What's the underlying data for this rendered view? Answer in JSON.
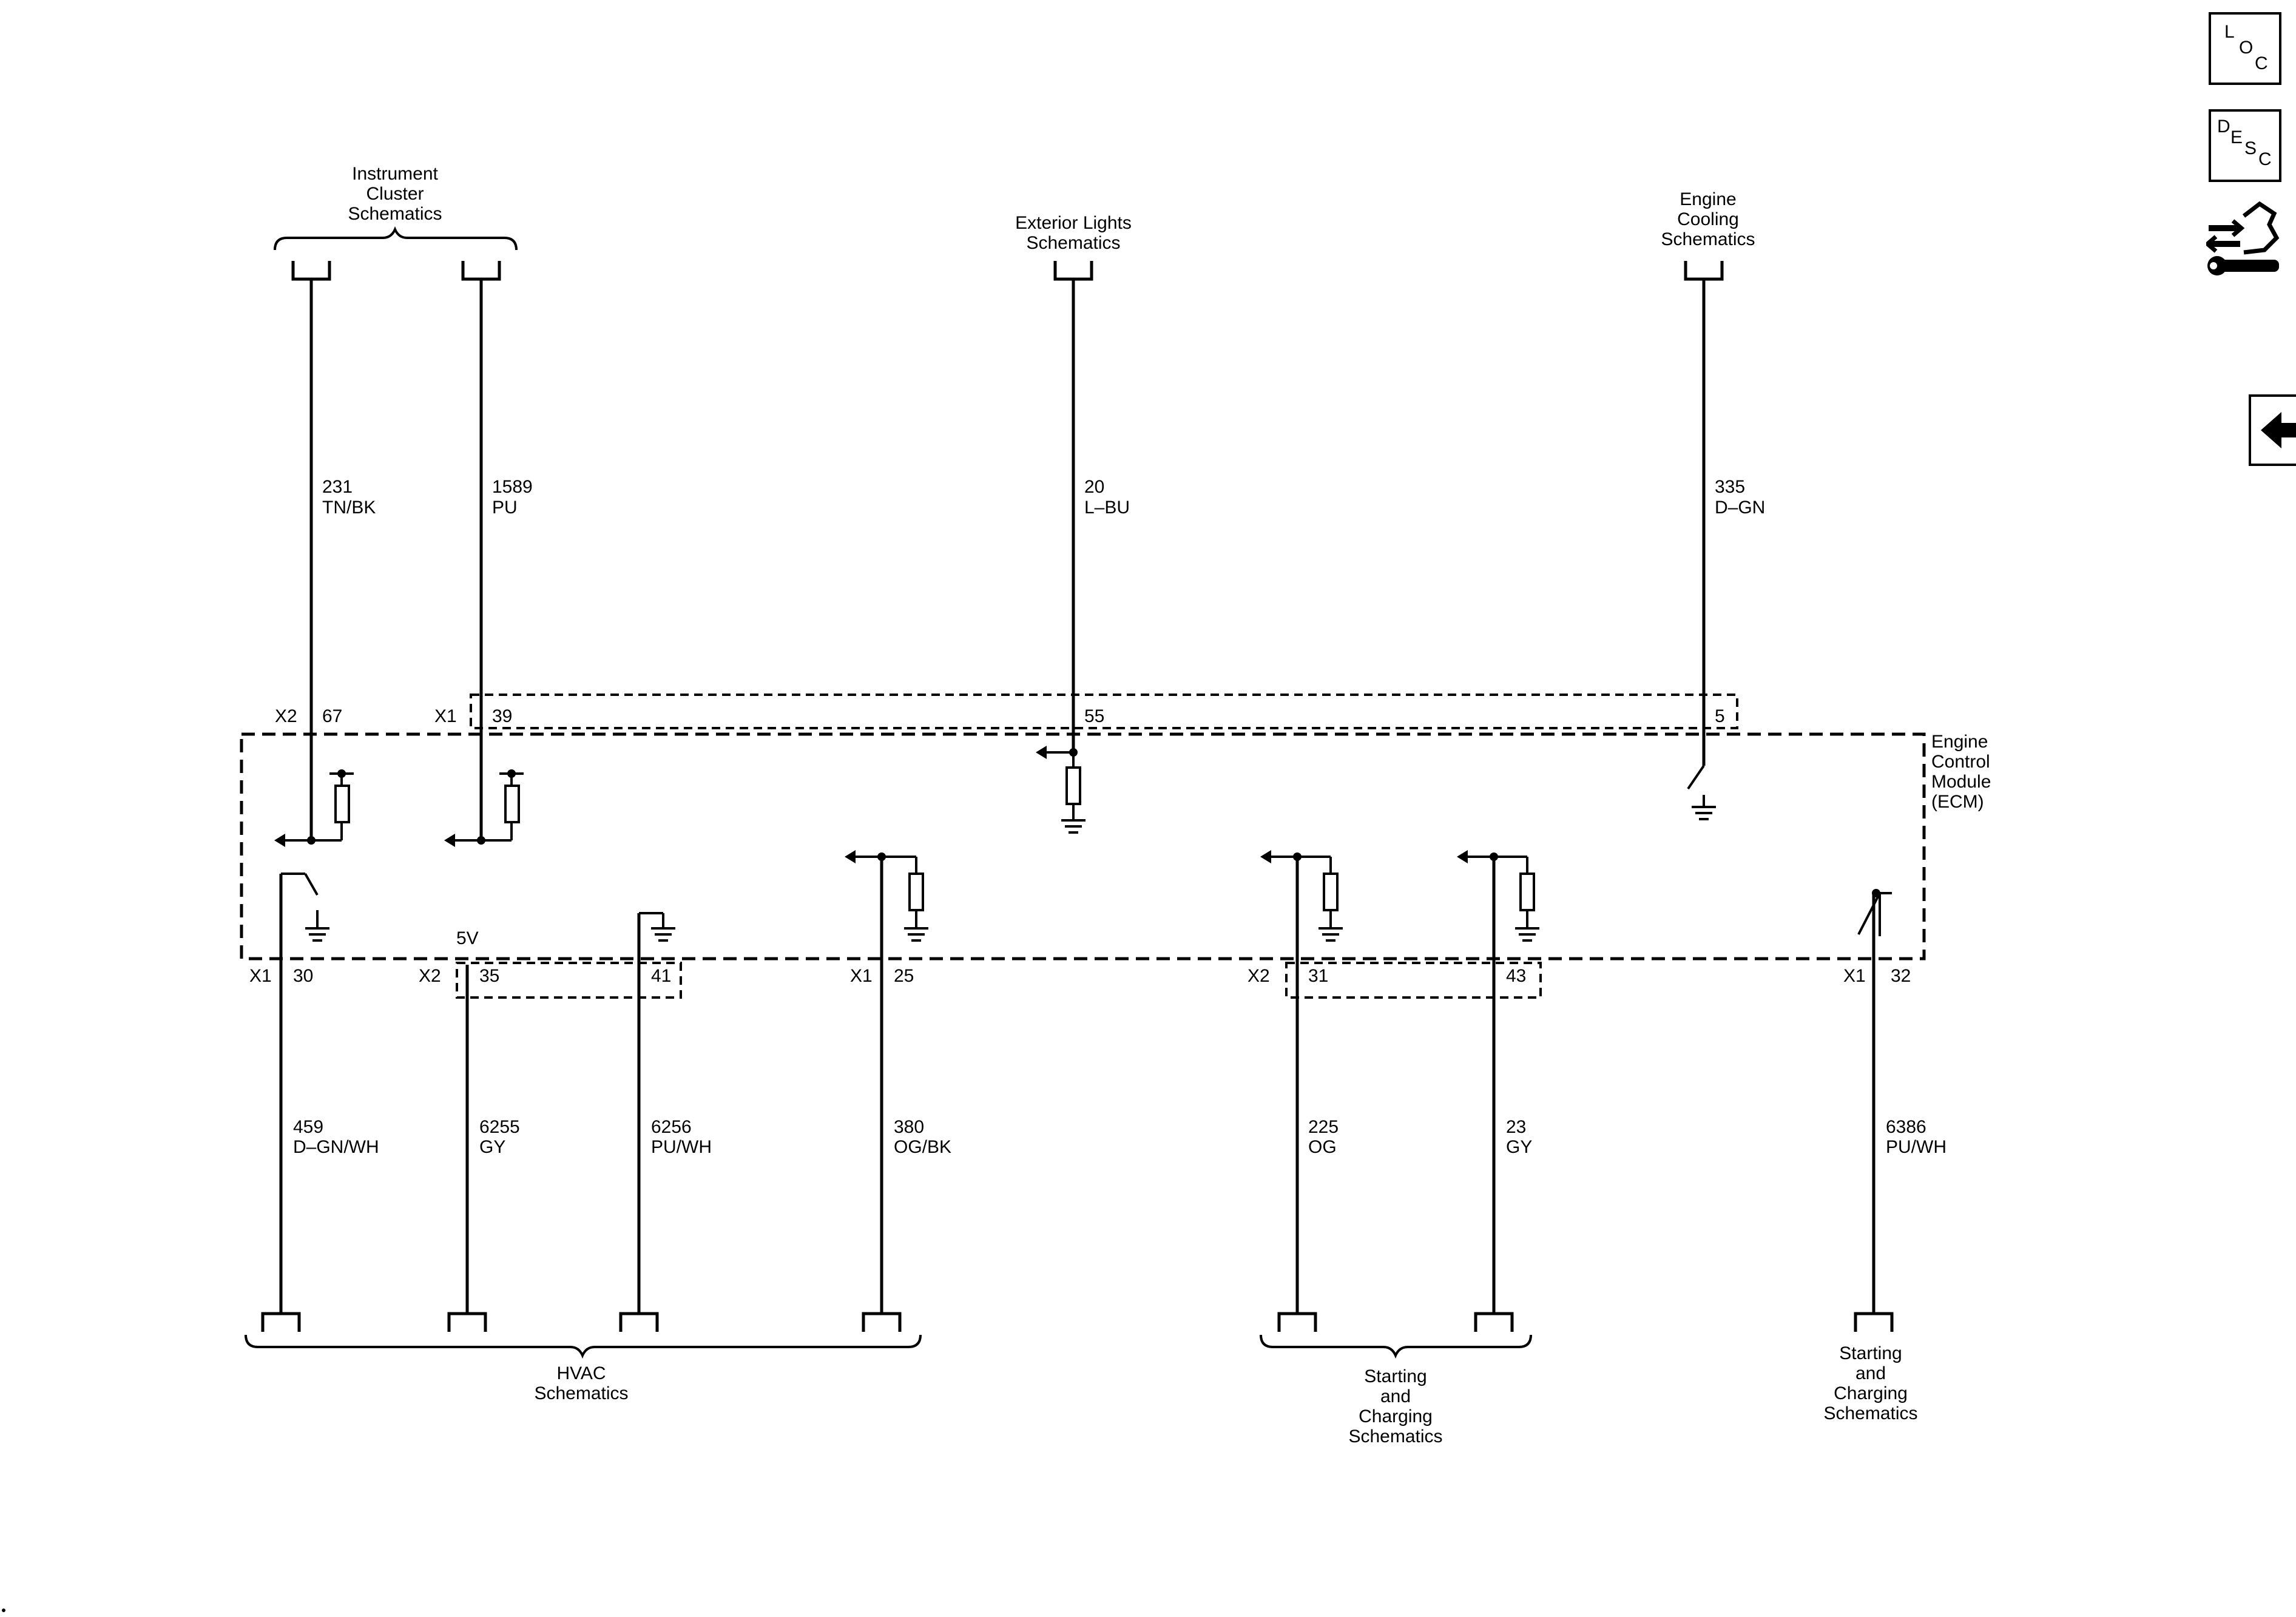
{
  "connectors_top": {
    "instrument_cluster": [
      "Instrument",
      "Cluster",
      "Schematics"
    ],
    "exterior_lights": [
      "Exterior Lights",
      "Schematics"
    ],
    "engine_cooling": [
      "Engine",
      "Cooling",
      "Schematics"
    ]
  },
  "connectors_bottom": {
    "hvac": [
      "HVAC",
      "Schematics"
    ],
    "starting_charging_a": [
      "Starting",
      "and",
      "Charging",
      "Schematics"
    ],
    "starting_charging_b": [
      "Starting",
      "and",
      "Charging",
      "Schematics"
    ]
  },
  "ecm_label": [
    "Engine",
    "Control",
    "Module",
    "(ECM)"
  ],
  "voltage_label": "5V",
  "circuits_top": [
    {
      "connector": "X2",
      "pin": "67",
      "circuit": "231",
      "color": "TN/BK"
    },
    {
      "connector": "X1",
      "pin": "39",
      "circuit": "1589",
      "color": "PU"
    },
    {
      "connector": "",
      "pin": "55",
      "circuit": "20",
      "color": "L–BU"
    },
    {
      "connector": "",
      "pin": "5",
      "circuit": "335",
      "color": "D–GN"
    }
  ],
  "circuits_bottom": [
    {
      "connector": "X1",
      "pin": "30",
      "circuit": "459",
      "color": "D–GN/WH"
    },
    {
      "connector": "X2",
      "pin": "35",
      "circuit": "6255",
      "color": "GY"
    },
    {
      "connector": "",
      "pin": "41",
      "circuit": "6256",
      "color": "PU/WH"
    },
    {
      "connector": "X1",
      "pin": "25",
      "circuit": "380",
      "color": "OG/BK"
    },
    {
      "connector": "X2",
      "pin": "31",
      "circuit": "225",
      "color": "OG"
    },
    {
      "connector": "",
      "pin": "43",
      "circuit": "23",
      "color": "GY"
    },
    {
      "connector": "X1",
      "pin": "32",
      "circuit": "6386",
      "color": "PU/WH"
    }
  ],
  "side_nav": {
    "loc": [
      "L",
      "O",
      "C"
    ],
    "desc": [
      "D",
      "E",
      "S",
      "C"
    ],
    "connector_icon": "connector-repair-icon",
    "back_icon": "back-arrow-icon"
  }
}
